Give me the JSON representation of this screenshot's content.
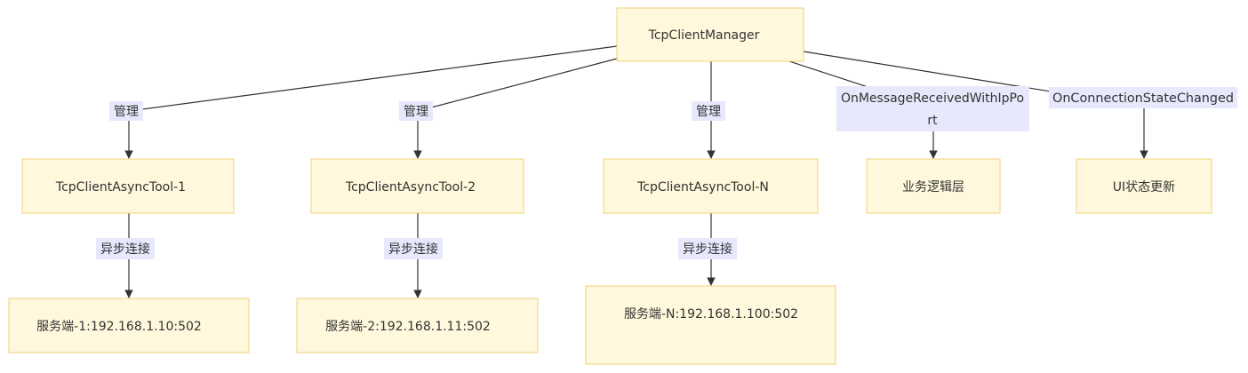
{
  "nodes": {
    "manager": "TcpClientManager",
    "tool1": "TcpClientAsyncTool-1",
    "tool2": "TcpClientAsyncTool-2",
    "toolN": "TcpClientAsyncTool-N",
    "business": "业务逻辑层",
    "ui": "UI状态更新",
    "server1": "服务端-1:192.168.1.10:502",
    "server2": "服务端-2:192.168.1.11:502",
    "serverN": "服务端-N:192.168.1.100:502"
  },
  "edge_labels": {
    "manage1": "管理",
    "manage2": "管理",
    "manageN": "管理",
    "message_line1": "OnMessageReceivedWithIpPo",
    "message_line2": "rt",
    "state": "OnConnectionStateChanged",
    "connect1": "异步连接",
    "connect2": "异步连接",
    "connectN": "异步连接"
  }
}
